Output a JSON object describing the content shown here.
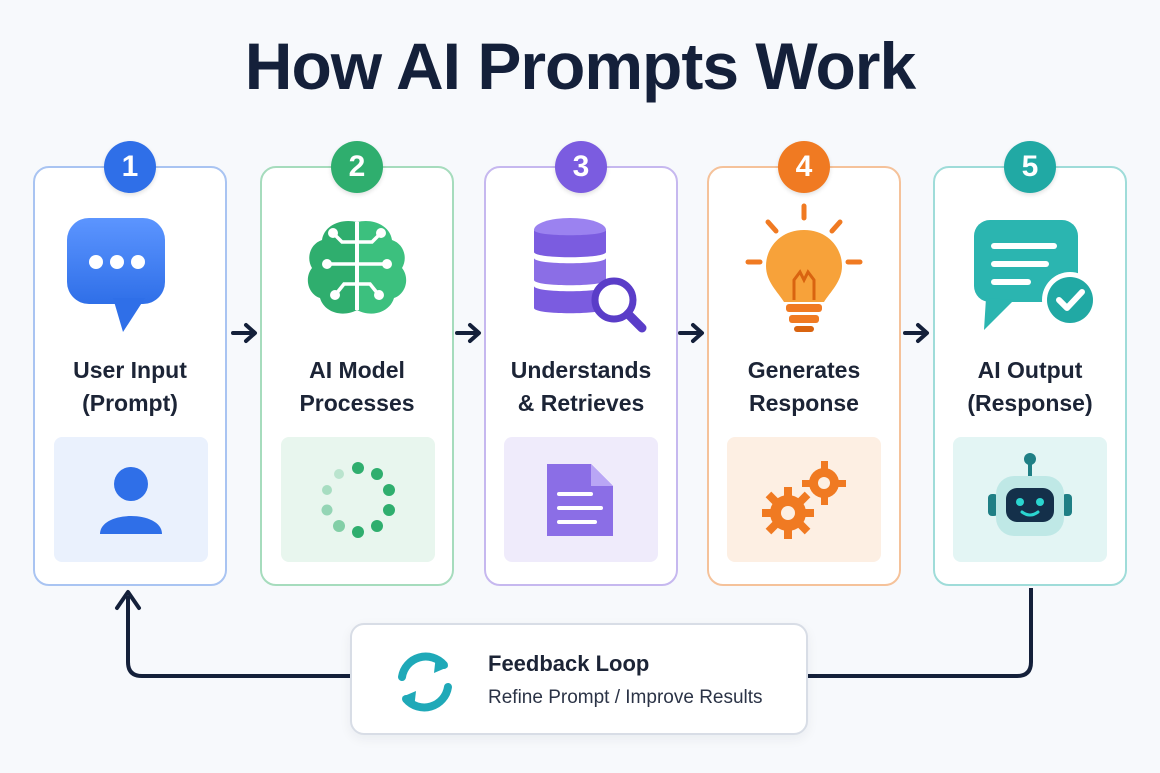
{
  "title": "How AI Prompts Work",
  "steps": [
    {
      "number": "1",
      "line1": "User Input",
      "line2": "(Prompt)",
      "color": "#2f6fe8",
      "main_icon": "chat-bubble-icon",
      "panel_icon": "user-icon"
    },
    {
      "number": "2",
      "line1": "AI Model",
      "line2": "Processes",
      "color": "#2fae6e",
      "main_icon": "brain-circuit-icon",
      "panel_icon": "loading-spinner-icon"
    },
    {
      "number": "3",
      "line1": "Understands",
      "line2": "& Retrieves",
      "color": "#7b5ce0",
      "main_icon": "database-search-icon",
      "panel_icon": "document-icon"
    },
    {
      "number": "4",
      "line1": "Generates",
      "line2": "Response",
      "color": "#f07a22",
      "main_icon": "lightbulb-icon",
      "panel_icon": "gears-icon"
    },
    {
      "number": "5",
      "line1": "AI Output",
      "line2": "(Response)",
      "color": "#21a9a4",
      "main_icon": "message-check-icon",
      "panel_icon": "robot-icon"
    }
  ],
  "feedback": {
    "title": "Feedback Loop",
    "subtitle": "Refine Prompt / Improve Results",
    "icon": "refresh-icon",
    "color": "#1fa9b8"
  }
}
